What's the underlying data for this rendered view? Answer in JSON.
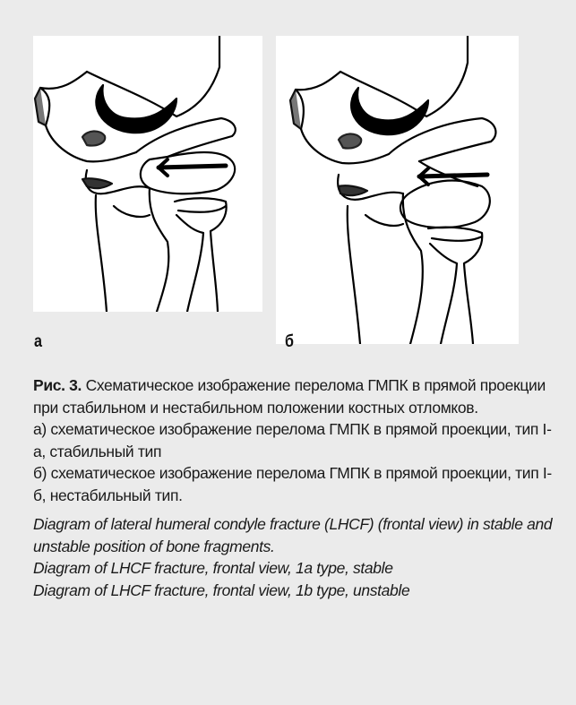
{
  "figure": {
    "panel_labels": {
      "a": "а",
      "b": "б"
    },
    "caption_ru": {
      "title": "Рис. 3.",
      "text": "Схематическое изображение перелома ГМПК в прямой проекции при стабильном и нестабильном положении костных отломков.",
      "item_a": "а) схематическое изображение перелома ГМПК в прямой проекции, тип I-a, стабильный тип",
      "item_b": "б) схематическое изображение перелома ГМПК в прямой проекции, тип I-б, нестабильный тип."
    },
    "caption_en": {
      "line1": "Diagram of lateral humeral condyle fracture (LHCF) (frontal view) in stable and unstable position of bone fragments.",
      "line2": "Diagram of LHCF fracture, frontal view, 1a type, stable",
      "line3": "Diagram of LHCF fracture, frontal view, 1b type, unstable"
    },
    "colors": {
      "background": "#ebebeb",
      "accent": "#000000"
    }
  }
}
